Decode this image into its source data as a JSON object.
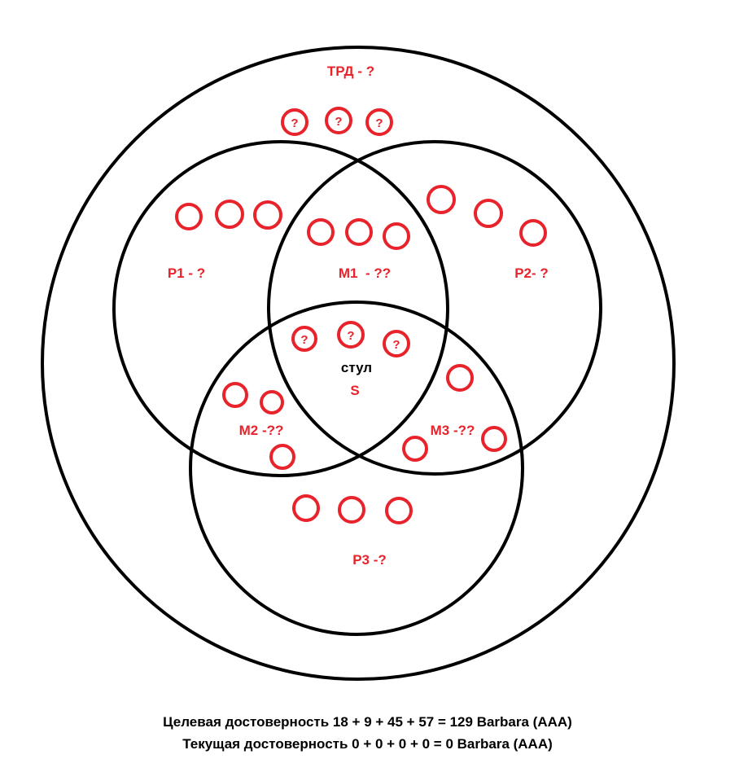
{
  "regions": {
    "outer": "ТРД - ?",
    "p1": "P1 - ?",
    "p2": "P2- ?",
    "p3": "P3 -?",
    "m1": "M1  - ??",
    "m2": "M2 -??",
    "m3": "M3 -??",
    "center_word": "стул",
    "center_symbol": "S"
  },
  "marker_question": "?",
  "footer": {
    "target": "Целевая достоверность 18 + 9 + 45 + 57 = 129 Barbara (AAA)",
    "current": "Текущая достоверность 0 + 0 + 0 + 0 = 0 Barbara (AAA)"
  },
  "colors": {
    "line": "#000000",
    "marker": "#e8232b"
  }
}
